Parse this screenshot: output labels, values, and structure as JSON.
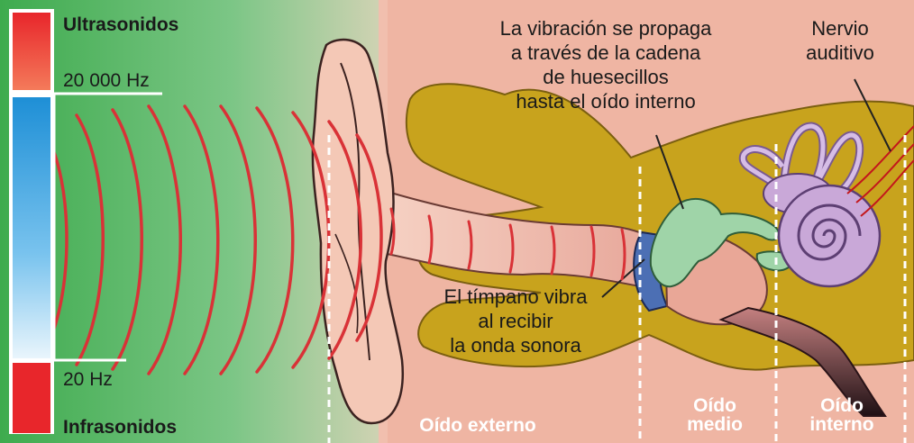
{
  "scale": {
    "top_label": "Ultrasonidos",
    "upper_freq": "20 000 Hz",
    "lower_freq": "20 Hz",
    "bottom_label": "Infrasonidos"
  },
  "annotations": {
    "chain_line1": "La vibración se propaga",
    "chain_line2": "a través de la cadena",
    "chain_line3": "de huesecillos",
    "chain_line4": "hasta el oído interno",
    "nerve_line1": "Nervio",
    "nerve_line2": "auditivo",
    "eardrum_line1": "El tímpano vibra",
    "eardrum_line2": "al recibir",
    "eardrum_line3": "la onda sonora"
  },
  "sections": {
    "outer": "Oído externo",
    "middle_line1": "Oído",
    "middle_line2": "medio",
    "inner_line1": "Oído",
    "inner_line2": "interno"
  },
  "colors": {
    "ultrasound": "#e8262b",
    "audible": "#2a9ee0",
    "infrasound": "#e8262b",
    "waves": "#d93237",
    "background_green": "#4fb25a",
    "skin": "#f0b8a4",
    "bone": "#c9a21a",
    "ossicles": "#9fd4a8",
    "cochlea": "#c9a8d8"
  }
}
